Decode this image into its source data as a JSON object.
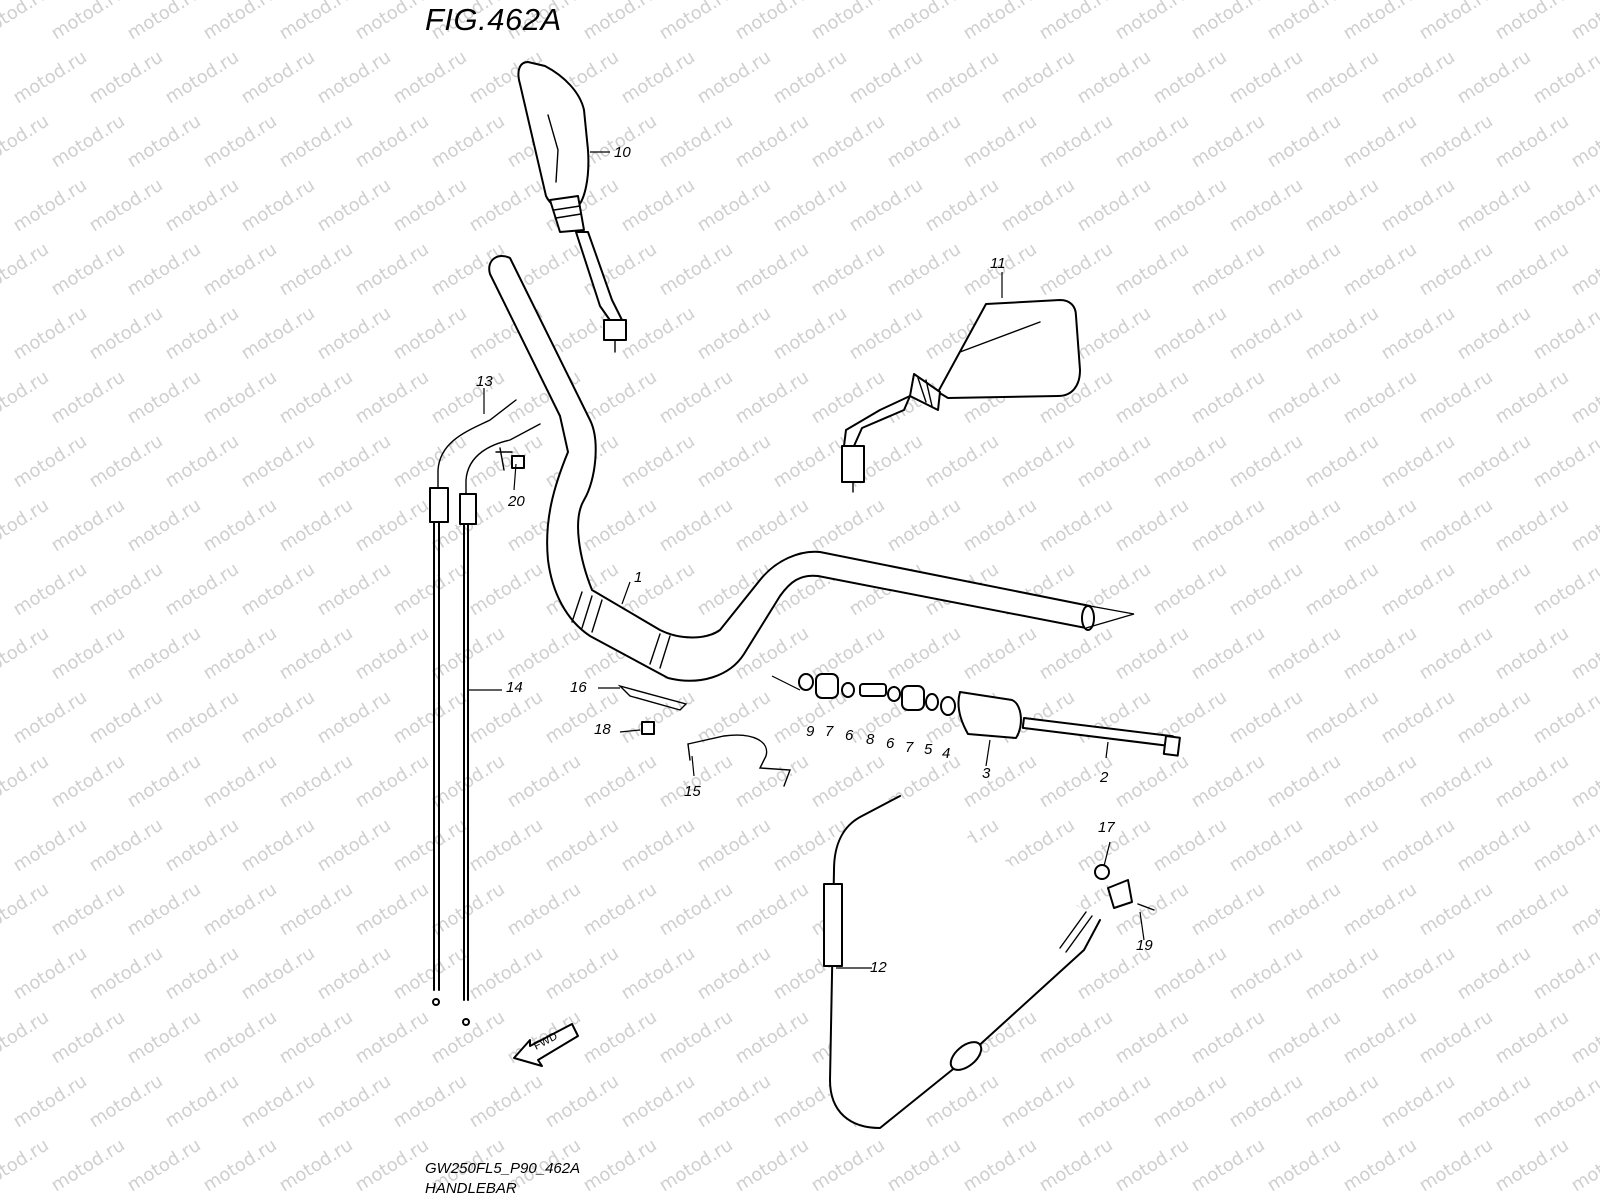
{
  "figure": {
    "title": "FIG.462A",
    "code": "GW250FL5_P90_462A",
    "name": "HANDLEBAR"
  },
  "watermark": {
    "text": "motod.ru",
    "color": "#cfcfcf"
  },
  "fwd_label": "FWD",
  "callouts": [
    "1",
    "2",
    "3",
    "4",
    "5",
    "6",
    "7",
    "8",
    "9",
    "10",
    "11",
    "12",
    "13",
    "14",
    "15",
    "16",
    "17",
    "18",
    "19",
    "20"
  ],
  "callouts_second": [
    "6",
    "7"
  ]
}
